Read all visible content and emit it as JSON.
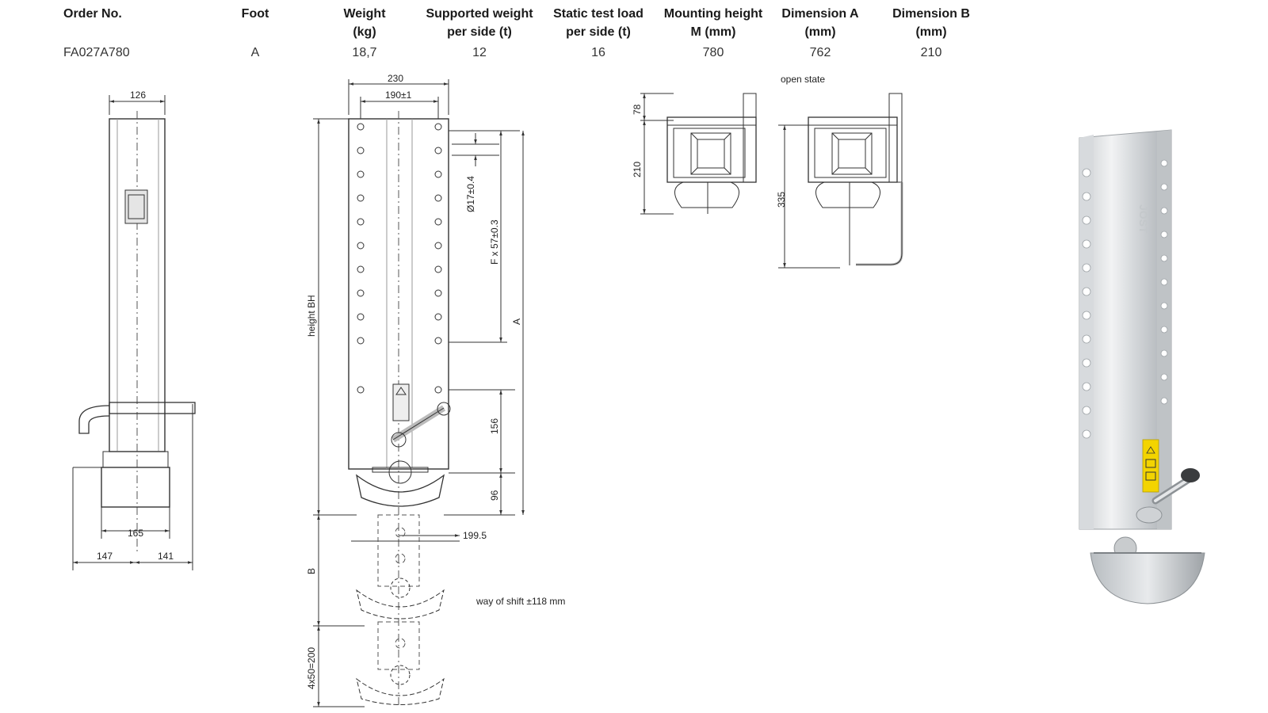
{
  "table": {
    "headers": [
      "Order No.",
      "Foot",
      "Weight\n(kg)",
      "Supported weight\nper side (t)",
      "Static test load\nper side (t)",
      "Mounting height\nM (mm)",
      "Dimension A\n(mm)",
      "Dimension B\n(mm)"
    ],
    "row": [
      "FA027A780",
      "A",
      "18,7",
      "12",
      "16",
      "780",
      "762",
      "210"
    ]
  },
  "drawing": {
    "side_view": {
      "dim_top": "126",
      "dim_bottom_width": "165",
      "dim_left": "147",
      "dim_right": "141"
    },
    "front_view": {
      "dim_outer_width": "230",
      "dim_hole_spacing": "190±1",
      "dim_hole_dia": "Ø17±0.4",
      "dim_hole_pitch": "F x 57±0.3",
      "dim_a": "A",
      "dim_height": "height BH",
      "dim_156": "156",
      "dim_96": "96",
      "dim_199": "199.5",
      "dim_b": "B",
      "dim_steps": "4x50=200",
      "shift_note": "way of shift ±118 mm"
    },
    "top_views": {
      "dim_78": "78",
      "dim_210": "210",
      "dim_335": "335",
      "open_state_label": "open state"
    },
    "brand_mark": "JOST"
  }
}
